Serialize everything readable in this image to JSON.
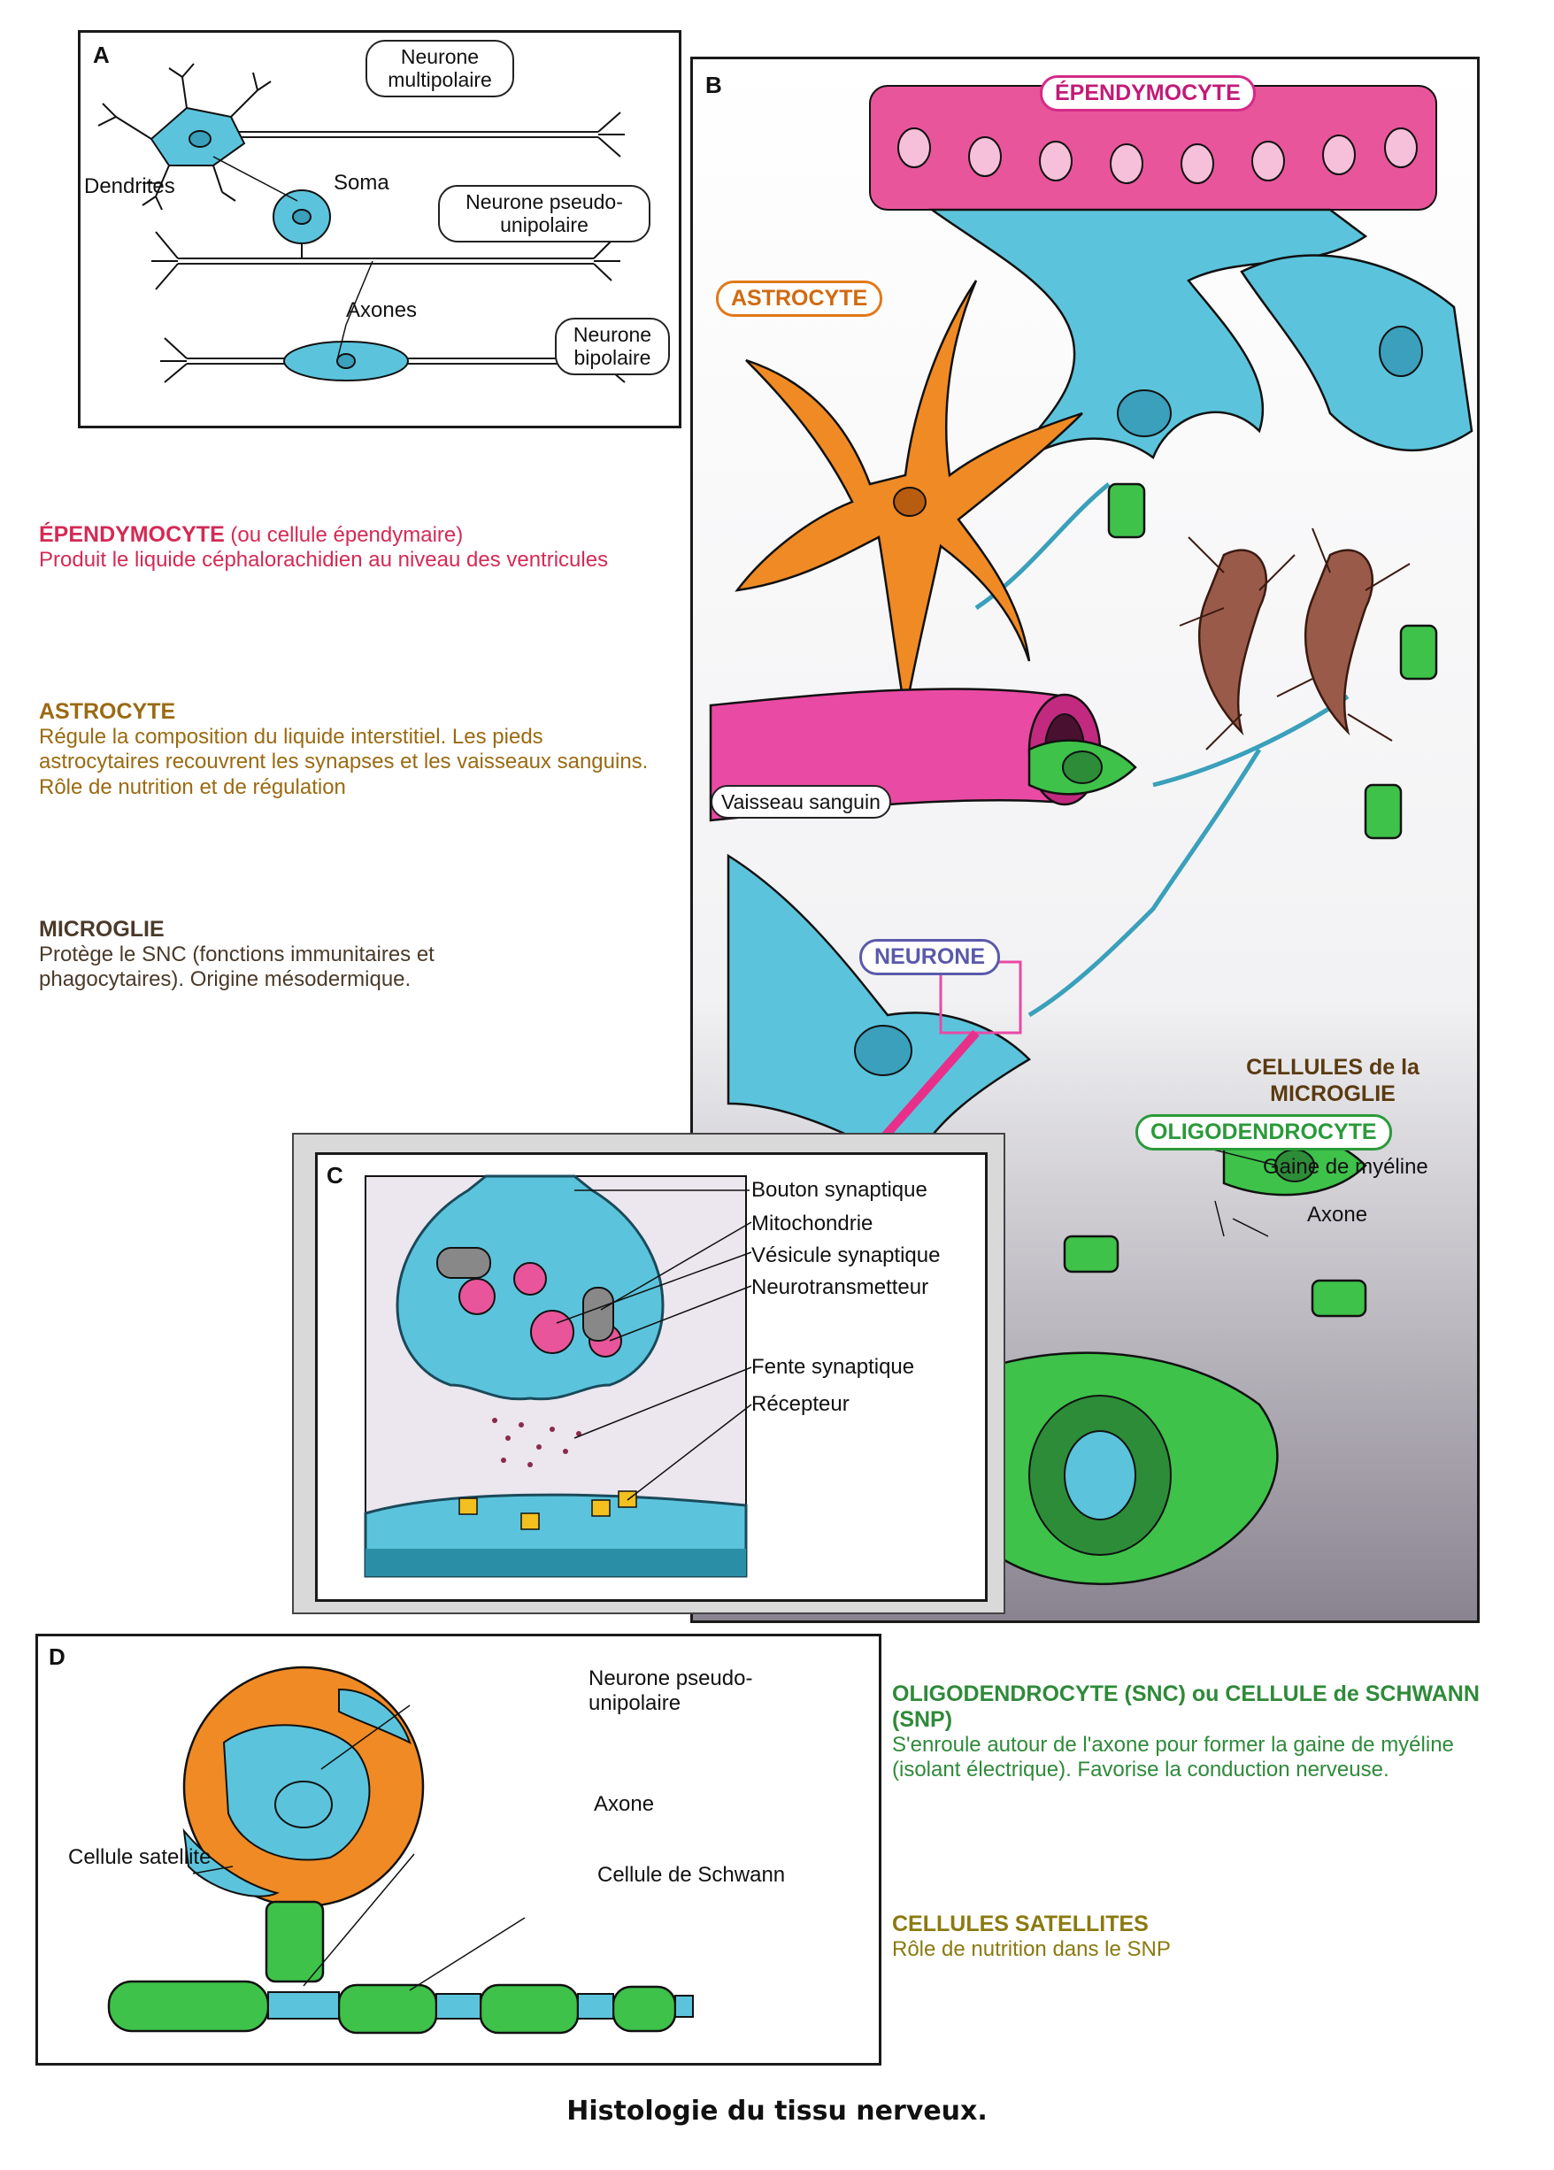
{
  "panels": {
    "a": {
      "letter": "A",
      "labels": {
        "multipolar": "Neurone multipolaire",
        "dendrites": "Dendrites",
        "soma": "Soma",
        "pseudo": "Neurone pseudo-unipolaire",
        "axones": "Axones",
        "bipolar": "Neurone bipolaire"
      }
    },
    "b": {
      "letter": "B",
      "labels": {
        "ependymocyte": "ÉPENDYMOCYTE",
        "astrocyte": "ASTROCYTE",
        "vessel": "Vaisseau sanguin",
        "neurone": "NEURONE",
        "microglia": "CELLULES de la MICROGLIE",
        "oligodendrocyte": "OLIGODENDROCYTE",
        "myelin": "Gaine de myéline",
        "axone": "Axone"
      }
    },
    "c": {
      "letter": "C",
      "labels": {
        "bouton": "Bouton synaptique",
        "mito": "Mitochondrie",
        "vesicle": "Vésicule synaptique",
        "neurotransmitter": "Neurotransmetteur",
        "cleft": "Fente synaptique",
        "receptor": "Récepteur"
      }
    },
    "d": {
      "letter": "D",
      "labels": {
        "pseudo": "Neurone pseudo-unipolaire",
        "axone": "Axone",
        "satellite": "Cellule satellite",
        "schwann": "Cellule de Schwann"
      }
    }
  },
  "descriptions": {
    "ependymocyte": {
      "title": "ÉPENDYMOCYTE",
      "title_suffix": " (ou cellule épendymaire)",
      "body": "Produit le liquide céphalorachidien au niveau des ventricules",
      "color": "#d42a55"
    },
    "astrocyte": {
      "title": "ASTROCYTE",
      "body": "Régule la composition du liquide interstitiel. Les pieds astrocytaires recouvrent les synapses et les vaisseaux sanguins. Rôle de nutrition et de régulation",
      "color": "#9a6a12"
    },
    "microglia": {
      "title": "MICROGLIE",
      "body": "Protège le SNC (fonctions immunitaires et phagocytaires). Origine mésodermique.",
      "color": "#4a3a2a"
    },
    "oligodendrocyte": {
      "title": "OLIGODENDROCYTE (SNC) ou CELLULE de SCHWANN (SNP)",
      "body": "S'enroule autour de l'axone pour former la gaine de myéline (isolant électrique). Favorise la conduction nerveuse.",
      "color": "#2f8a3a"
    },
    "satellite": {
      "title": "CELLULES SATELLITES",
      "body": "Rôle de nutrition dans le SNP",
      "color": "#8a7a10"
    }
  },
  "caption": "Histologie du tissu nerveux.",
  "colors": {
    "neuron": "#5bc4dc",
    "astrocyte": "#f08a24",
    "ependymocyte": "#e8559a",
    "oligodendrocyte": "#3ec24a",
    "microglia": "#8a4a3a",
    "vessel": "#e94aa4"
  }
}
